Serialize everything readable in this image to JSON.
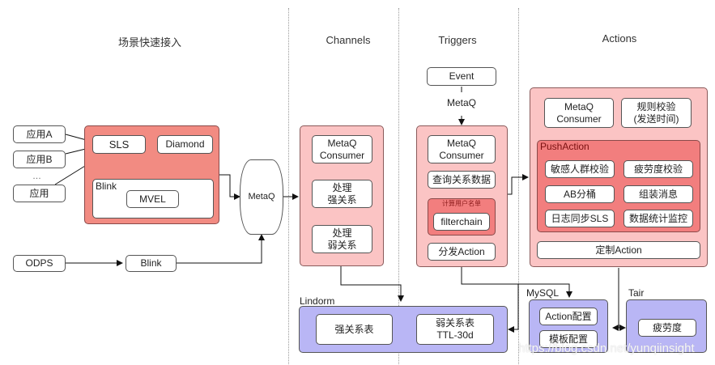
{
  "headers": {
    "access": "场景快速接入",
    "channels": "Channels",
    "triggers": "Triggers",
    "actions": "Actions"
  },
  "access": {
    "apps": [
      "应用A",
      "应用B",
      "…",
      "应用"
    ],
    "sls": "SLS",
    "diamond": "Diamond",
    "blink_group": "Blink",
    "mvel": "MVEL",
    "odps": "ODPS",
    "blink": "Blink"
  },
  "metaq_queue": "MetaQ",
  "channels": {
    "consumer": [
      "MetaQ",
      "Consumer"
    ],
    "strong": [
      "处理",
      "强关系"
    ],
    "weak": [
      "处理",
      "弱关系"
    ]
  },
  "triggers": {
    "event": "Event",
    "metaq_label": "MetaQ",
    "consumer": [
      "MetaQ",
      "Consumer"
    ],
    "query": "查询关系数据",
    "calc_group": "计算用户名单",
    "filterchain": "filterchain",
    "dispatch": "分发Action"
  },
  "actions": {
    "consumer": [
      "MetaQ",
      "Consumer"
    ],
    "rule_check": [
      "规则校验",
      "(发送时间)"
    ],
    "push_group": "PushAction",
    "push_items": [
      "敏感人群校验",
      "疲劳度校验",
      "AB分桶",
      "组装消息",
      "日志同步SLS",
      "数据统计监控"
    ],
    "custom": "定制Action"
  },
  "storage": {
    "lindorm": {
      "label": "Lindorm",
      "strong_table": "强关系表",
      "weak_table": [
        "弱关系表",
        "TTL-30d"
      ]
    },
    "mysql": {
      "label": "MySQL",
      "items": [
        "Action配置",
        "模板配置"
      ]
    },
    "tair": {
      "label": "Tair",
      "item": "疲劳度"
    }
  },
  "watermark": "https://blog.csdn.net/yunqiinsight",
  "colors": {
    "red_group": "#f28b82",
    "pink_group": "#fbc4c4",
    "purple_group": "#b9b6f5"
  }
}
